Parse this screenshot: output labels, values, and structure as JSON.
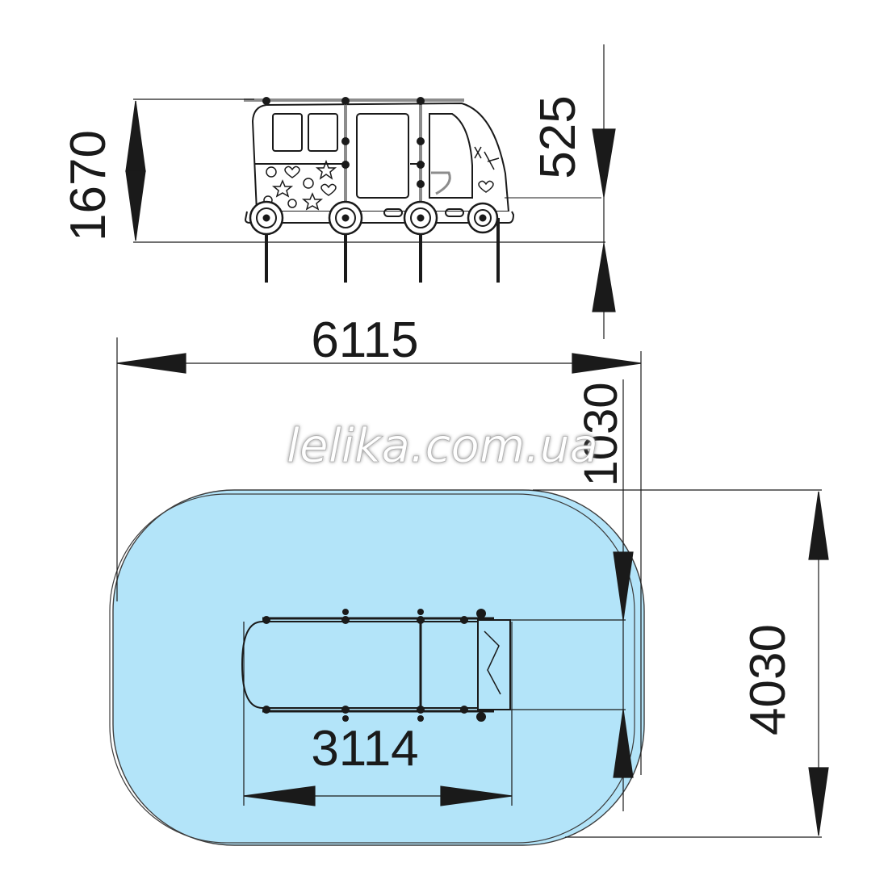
{
  "dimensions": {
    "height_total": "1670",
    "ground_depth": "525",
    "overall_length": "6115",
    "side_clearance": "1030",
    "overall_width": "4030",
    "bus_length": "3114"
  },
  "watermark": "lelika.com.ua",
  "colors": {
    "safety_zone_fill": "#b3e4f9",
    "line": "#1a1a1a",
    "watermark_fill": "#ffffff",
    "watermark_shadow": "#9a9a9a",
    "bus_body": "#ffffff",
    "accent_gray": "#8c8c8c"
  }
}
